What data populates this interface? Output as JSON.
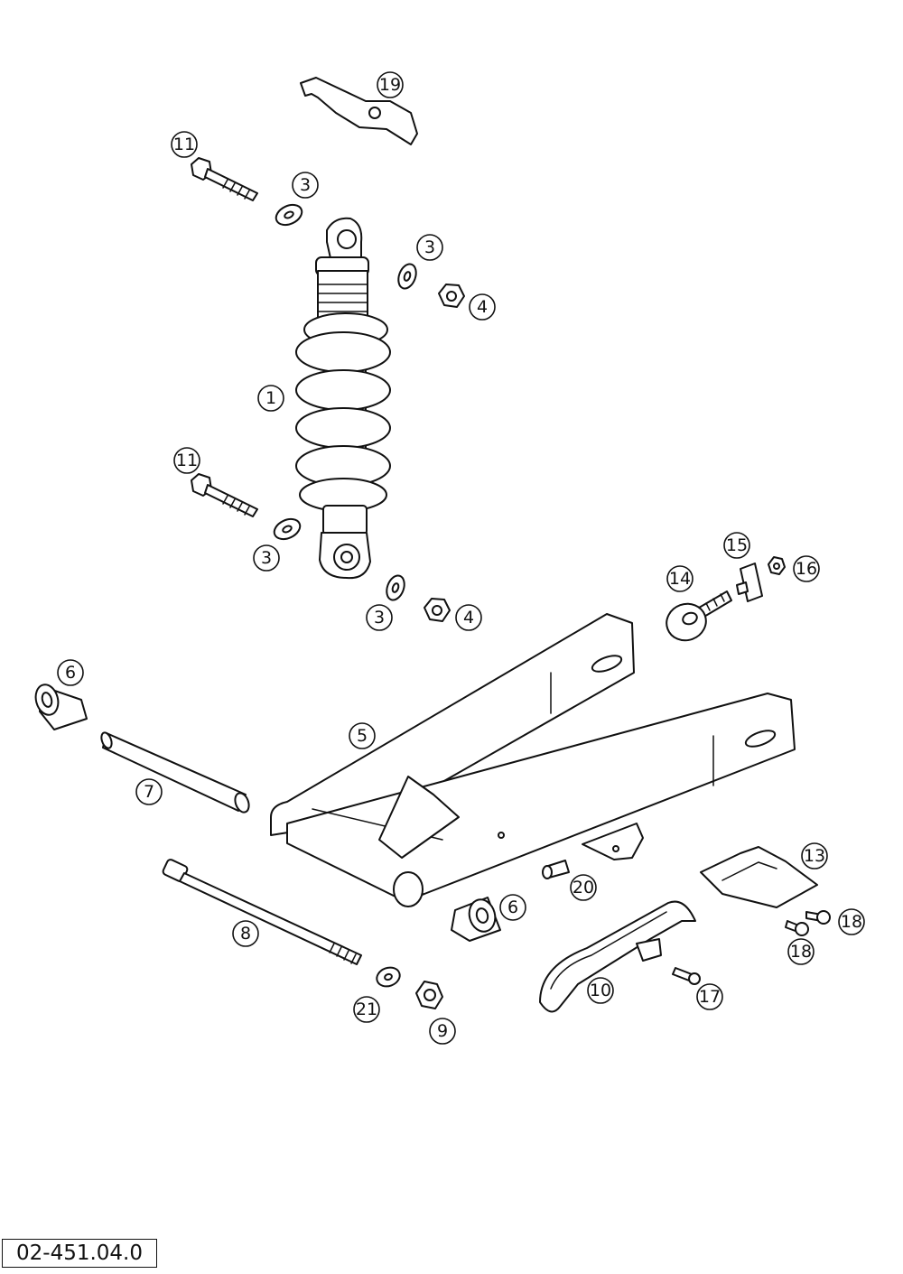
{
  "drawing_code": "02-451.04.0",
  "callouts": [
    "19",
    "11",
    "3",
    "3",
    "4",
    "1",
    "11",
    "3",
    "3",
    "4",
    "14",
    "15",
    "16",
    "6",
    "5",
    "7",
    "13",
    "8",
    "20",
    "6",
    "18",
    "18",
    "10",
    "17",
    "21",
    "9"
  ]
}
